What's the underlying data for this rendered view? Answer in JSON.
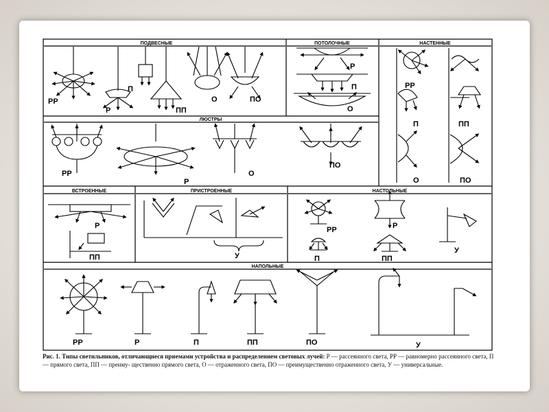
{
  "sections": {
    "pendant": "ПОДВЕСНЫЕ",
    "ceiling": "ПОТОЛОЧНЫЕ",
    "wall": "НАСТЕННЫЕ",
    "chandeliers": "ЛЮСТРЫ",
    "built_in": "ВСТРОЕННЫЕ",
    "attached": "ПРИСТРОЕННЫЕ",
    "table": "НАСТОЛЬНЫЕ",
    "floor": "НАПОЛЬНЫЕ"
  },
  "labels": {
    "pendant": [
      "РР",
      "Р",
      "П",
      "ПП",
      "О",
      "ПО"
    ],
    "ceiling": [
      "Р",
      "П",
      "О"
    ],
    "wall": [
      "РР",
      "П",
      "ПП",
      "О",
      "ПО"
    ],
    "chandeliers": [
      "РР",
      "Р",
      "О",
      "ПО"
    ],
    "built_in": [
      "Р",
      "ПП"
    ],
    "attached": [
      "У"
    ],
    "table": [
      "РР",
      "Р",
      "П",
      "ПП",
      "У"
    ],
    "floor": [
      "РР",
      "Р",
      "П",
      "ПП",
      "ПО",
      "У"
    ]
  },
  "caption": {
    "title": "Рис. 1. Типы светильников, отличающиеся приемами устройства и распределением световых лучей:",
    "body": "Р — рассеянного света, РР — равномерно рассеянного света, П — прямого света, ПП — преиму- щественно прямого света, О — отраженного света, ПО — преимущественно отраженного света, У — универсальные."
  }
}
